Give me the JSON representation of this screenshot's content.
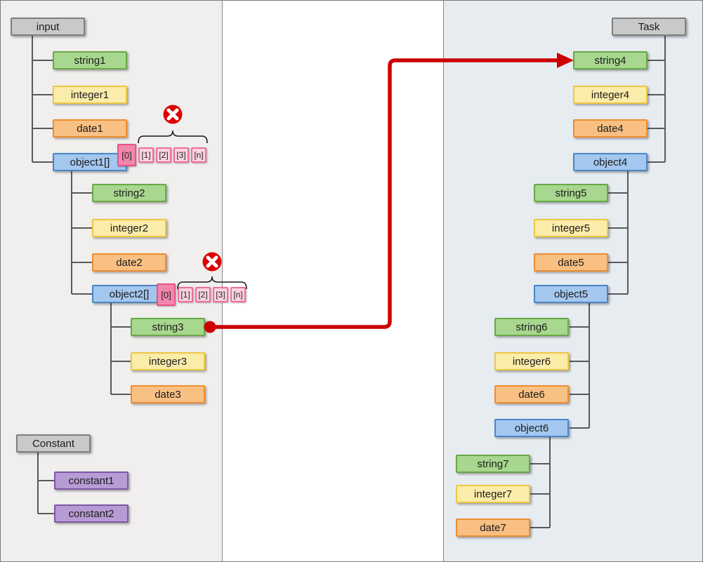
{
  "labels": {
    "input": "input",
    "string1": "string1",
    "integer1": "integer1",
    "date1": "date1",
    "object1": "object1[]",
    "string2": "string2",
    "integer2": "integer2",
    "date2": "date2",
    "object2": "object2[]",
    "string3": "string3",
    "integer3": "integer3",
    "date3": "date3",
    "constant": "Constant",
    "constant1": "constant1",
    "constant2": "constant2",
    "task": "Task",
    "string4": "string4",
    "integer4": "integer4",
    "date4": "date4",
    "object4": "object4",
    "string5": "string5",
    "integer5": "integer5",
    "date5": "date5",
    "object5": "object5",
    "string6": "string6",
    "integer6": "integer6",
    "date6": "date6",
    "object6": "object6",
    "string7": "string7",
    "integer7": "integer7",
    "date7": "date7"
  },
  "badges": [
    "[0]",
    "[1]",
    "[2]",
    "[3]",
    "[n]"
  ],
  "structure": {
    "source_trees": [
      {
        "root": "input",
        "children": [
          {
            "label": "string1",
            "type": "string"
          },
          {
            "label": "integer1",
            "type": "integer"
          },
          {
            "label": "date1",
            "type": "date"
          },
          {
            "label": "object1[]",
            "type": "object-array",
            "array_indices": [
              "[0]",
              "[1]",
              "[2]",
              "[3]",
              "[n]"
            ],
            "skipped_indices_marked": true,
            "children": [
              {
                "label": "string2",
                "type": "string"
              },
              {
                "label": "integer2",
                "type": "integer"
              },
              {
                "label": "date2",
                "type": "date"
              },
              {
                "label": "object2[]",
                "type": "object-array",
                "array_indices": [
                  "[0]",
                  "[1]",
                  "[2]",
                  "[3]",
                  "[n]"
                ],
                "skipped_indices_marked": true,
                "children": [
                  {
                    "label": "string3",
                    "type": "string"
                  },
                  {
                    "label": "integer3",
                    "type": "integer"
                  },
                  {
                    "label": "date3",
                    "type": "date"
                  }
                ]
              }
            ]
          }
        ]
      },
      {
        "root": "Constant",
        "children": [
          {
            "label": "constant1",
            "type": "constant"
          },
          {
            "label": "constant2",
            "type": "constant"
          }
        ]
      }
    ],
    "target_tree": {
      "root": "Task",
      "children": [
        {
          "label": "string4",
          "type": "string"
        },
        {
          "label": "integer4",
          "type": "integer"
        },
        {
          "label": "date4",
          "type": "date"
        },
        {
          "label": "object4",
          "type": "object",
          "children": [
            {
              "label": "string5",
              "type": "string"
            },
            {
              "label": "integer5",
              "type": "integer"
            },
            {
              "label": "date5",
              "type": "date"
            },
            {
              "label": "object5",
              "type": "object",
              "children": [
                {
                  "label": "string6",
                  "type": "string"
                },
                {
                  "label": "integer6",
                  "type": "integer"
                },
                {
                  "label": "date6",
                  "type": "date"
                },
                {
                  "label": "object6",
                  "type": "object",
                  "children": [
                    {
                      "label": "string7",
                      "type": "string"
                    },
                    {
                      "label": "integer7",
                      "type": "integer"
                    },
                    {
                      "label": "date7",
                      "type": "date"
                    }
                  ]
                }
              ]
            }
          ]
        }
      ]
    }
  },
  "mapping": {
    "from": "string3",
    "to": "string4",
    "line_color": "#cc0000"
  },
  "colors": {
    "string_fill": "#a8d78f",
    "string_border": "#67a945",
    "integer_fill": "#fcecaa",
    "integer_border": "#eec743",
    "date_fill": "#f9c083",
    "date_border": "#ef8d2f",
    "object_fill": "#a3c7ef",
    "object_border": "#4a86c8",
    "constant_fill": "#b79bd4",
    "constant_border": "#7e57a8",
    "header_fill": "#c9c9c9",
    "header_border": "#7f7f7f",
    "badge_selected_fill": "#f287ad",
    "badge_fill": "#fbd4e2",
    "badge_border": "#ee6d9e",
    "cancel_icon": "#dd0000",
    "tree_line": "#595959",
    "panel_left_bg": "#f0efed",
    "panel_middle_bg": "#ffffff",
    "panel_right_bg": "#e7ecf1"
  }
}
